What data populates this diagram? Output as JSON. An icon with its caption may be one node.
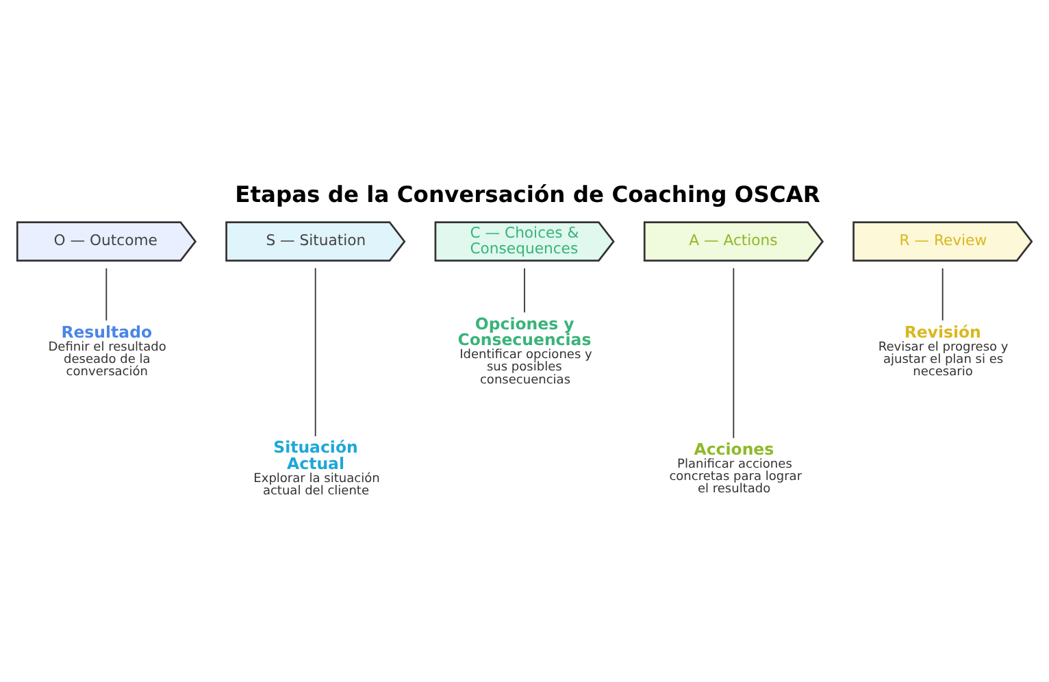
{
  "diagram": {
    "title": "Etapas de la Conversación de Coaching OSCAR",
    "nodes": [
      {
        "text": [
          "O — Outcome"
        ]
      },
      {
        "text": [
          "S — Situation"
        ]
      },
      {
        "text": [
          "C — Choices & Consequences"
        ]
      },
      {
        "text": [
          "A — Actions"
        ]
      },
      {
        "text": [
          "R — Review"
        ]
      },
      {
        "text": [
          "Resultado",
          "Definir el resultado deseado de la conversación"
        ]
      },
      {
        "text": [
          "Situación Actual",
          "Explorar la situación actual del cliente"
        ]
      },
      {
        "text": [
          "Opciones y Consecuencias",
          "Identificar opciones y sus posibles consecuencias"
        ]
      },
      {
        "text": [
          "Acciones",
          "Planificar acciones concretas para lograr el resultado"
        ]
      },
      {
        "text": [
          "Revisión",
          "Revisar el progreso y ajustar el plan si es necesario"
        ]
      }
    ],
    "edges": [
      {
        "from": 0,
        "to": 5,
        "arrow": "none"
      },
      {
        "from": 1,
        "to": 6,
        "arrow": "none"
      },
      {
        "from": 2,
        "to": 7,
        "arrow": "none"
      },
      {
        "from": 3,
        "to": 8,
        "arrow": "none"
      },
      {
        "from": 4,
        "to": 9,
        "arrow": "none"
      }
    ]
  }
}
